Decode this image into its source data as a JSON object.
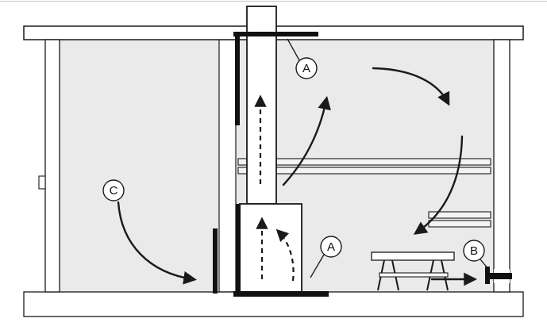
{
  "diagram": {
    "labels": {
      "ceiling_shield": "A",
      "heater_shield": "A",
      "exhaust_vent": "B",
      "supply_air": "C"
    },
    "colors": {
      "line": "#1a1a1a",
      "room_fill": "#eaeaea",
      "structure_fill": "#ffffff",
      "floor_fill": "#e3e3e3",
      "concrete_fill": "#d8d8d8",
      "speckle": "#999999",
      "shield_fill": "#111111",
      "label_text": "#111111"
    }
  }
}
